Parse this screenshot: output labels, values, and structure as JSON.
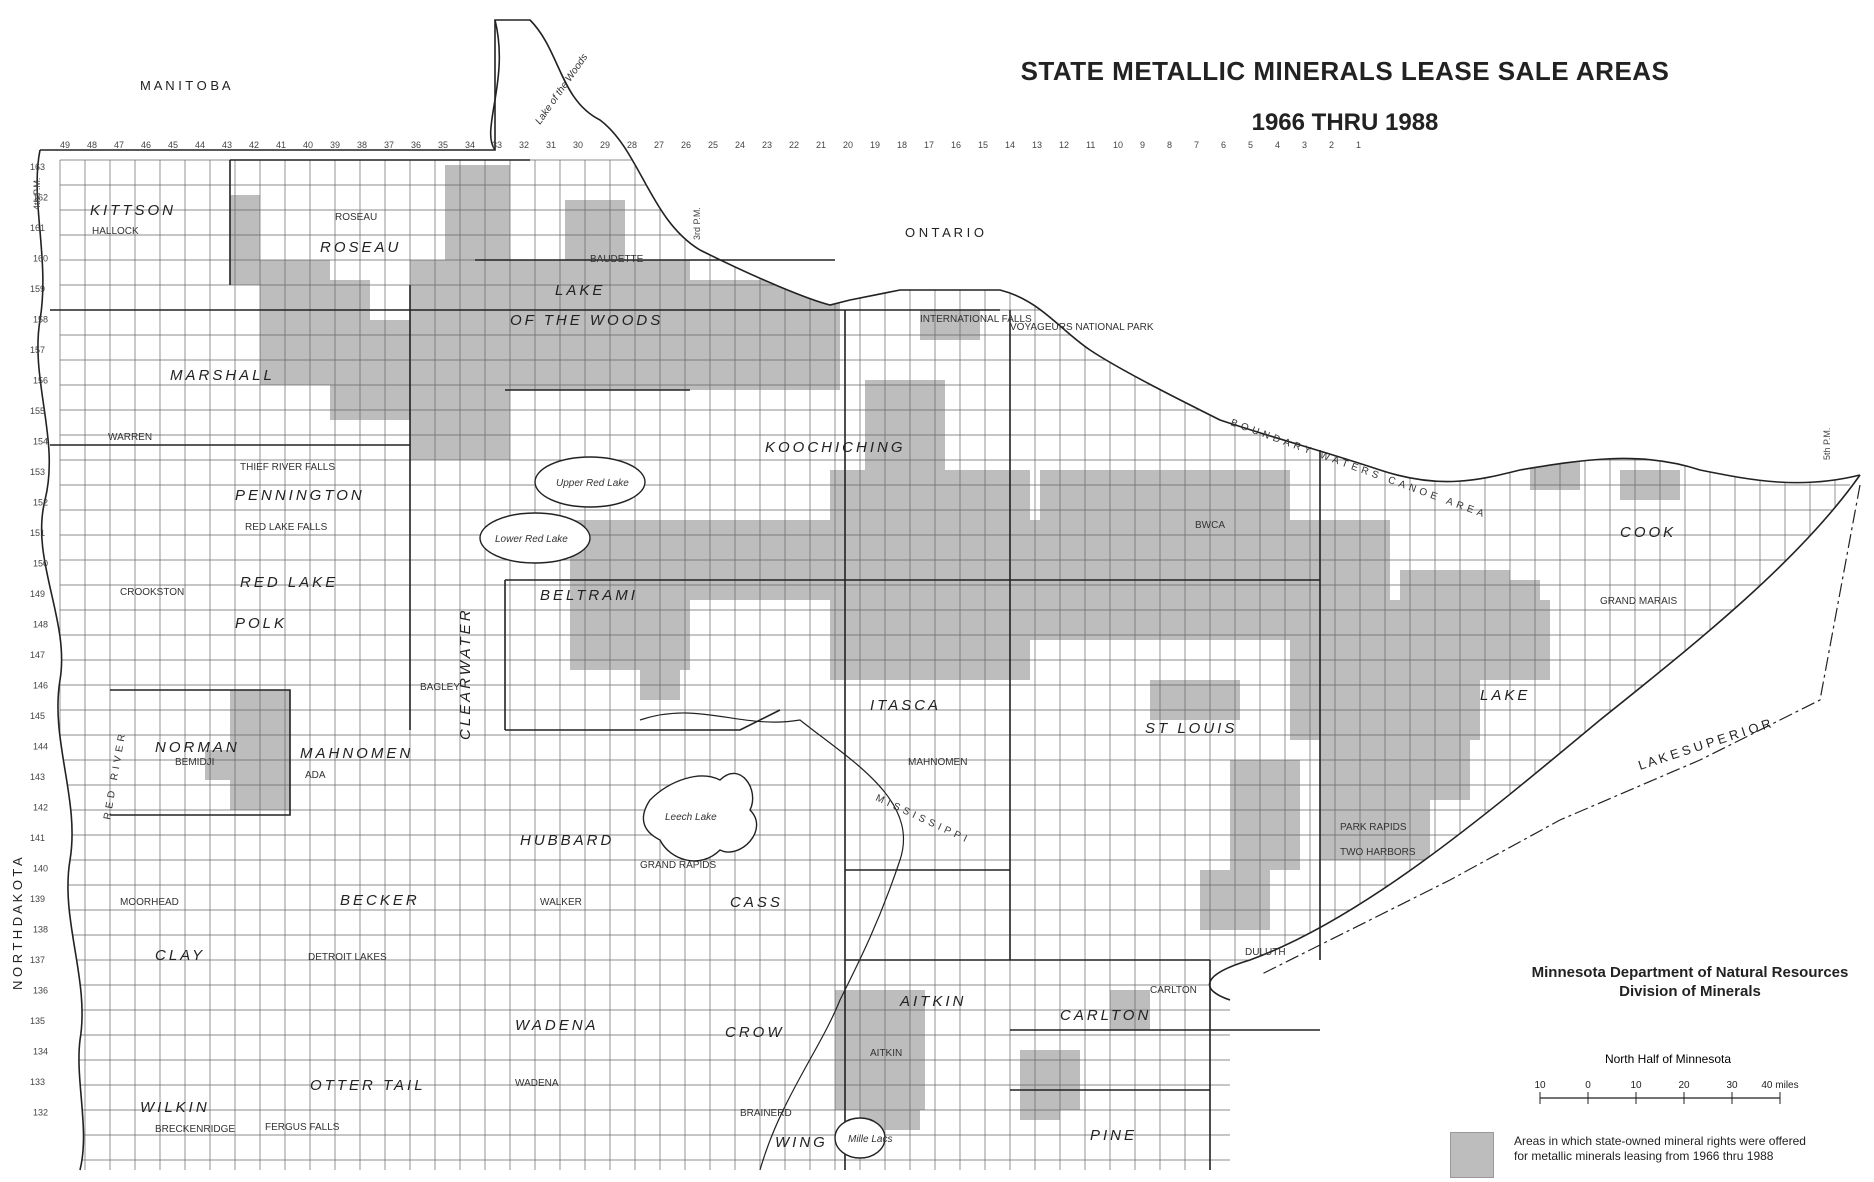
{
  "title": {
    "line1": "STATE METALLIC MINERALS LEASE SALE AREAS",
    "line2": "1966 THRU 1988"
  },
  "agency": {
    "line1": "Minnesota Department of Natural Resources",
    "line2": "Division of Minerals"
  },
  "scale": {
    "caption": "North Half of Minnesota",
    "ticks": [
      "10",
      "0",
      "10",
      "20",
      "30",
      "40 miles"
    ]
  },
  "legend": {
    "text_line1": "Areas in which state-owned mineral rights were offered",
    "text_line2": "for metallic minerals leasing from 1966 thru 1988",
    "swatch_color": "#bdbdbd"
  },
  "neighbors": {
    "manitoba": "M A N I T O B A",
    "ontario": "O N T A R I O",
    "north_dakota": "N O R T H   D A K O T A",
    "lake_superior": "L A K E   S U P E R I O R"
  },
  "counties": [
    {
      "name": "KITTSON"
    },
    {
      "name": "ROSEAU"
    },
    {
      "name": "LAKE"
    },
    {
      "name": "OF THE WOODS"
    },
    {
      "name": "MARSHALL"
    },
    {
      "name": "PENNINGTON"
    },
    {
      "name": "RED LAKE"
    },
    {
      "name": "POLK"
    },
    {
      "name": "KOOCHICHING"
    },
    {
      "name": "BELTRAMI"
    },
    {
      "name": "NORMAN"
    },
    {
      "name": "MAHNOMEN"
    },
    {
      "name": "CLEARWATER"
    },
    {
      "name": "ITASCA"
    },
    {
      "name": "ST LOUIS"
    },
    {
      "name": "LAKE"
    },
    {
      "name": "COOK"
    },
    {
      "name": "HUBBARD"
    },
    {
      "name": "CASS"
    },
    {
      "name": "BECKER"
    },
    {
      "name": "CLAY"
    },
    {
      "name": "WADENA"
    },
    {
      "name": "CROW"
    },
    {
      "name": "WING"
    },
    {
      "name": "AITKIN"
    },
    {
      "name": "CARLTON"
    },
    {
      "name": "PINE"
    },
    {
      "name": "OTTER TAIL"
    },
    {
      "name": "WILKIN"
    }
  ],
  "places": [
    {
      "name": "ROSEAU"
    },
    {
      "name": "HALLOCK"
    },
    {
      "name": "BAUDETTE"
    },
    {
      "name": "INTERNATIONAL FALLS"
    },
    {
      "name": "VOYAGEURS NATIONAL PARK"
    },
    {
      "name": "WARREN"
    },
    {
      "name": "THIEF RIVER FALLS"
    },
    {
      "name": "RED LAKE FALLS"
    },
    {
      "name": "CROOKSTON"
    },
    {
      "name": "BAGLEY"
    },
    {
      "name": "BEMIDJI"
    },
    {
      "name": "ADA"
    },
    {
      "name": "MAHNOMEN"
    },
    {
      "name": "GRAND RAPIDS"
    },
    {
      "name": "WALKER"
    },
    {
      "name": "PARK RAPIDS"
    },
    {
      "name": "MOORHEAD"
    },
    {
      "name": "DETROIT LAKES"
    },
    {
      "name": "DULUTH"
    },
    {
      "name": "TWO HARBORS"
    },
    {
      "name": "GRAND MARAIS"
    },
    {
      "name": "CARLTON"
    },
    {
      "name": "AITKIN"
    },
    {
      "name": "WADENA"
    },
    {
      "name": "BRAINERD"
    },
    {
      "name": "FERGUS FALLS"
    },
    {
      "name": "BRECKENRIDGE"
    }
  ],
  "water": [
    {
      "name": "Upper Red Lake"
    },
    {
      "name": "Lower Red Lake"
    },
    {
      "name": "Leech Lake"
    },
    {
      "name": "Mille Lacs"
    },
    {
      "name": "Lake of the Woods"
    }
  ],
  "features": [
    {
      "name": "BOUNDARY WATERS CANOE AREA"
    },
    {
      "name": "BWCA"
    },
    {
      "name": "RED RIVER"
    },
    {
      "name": "MISSISSIPPI"
    }
  ],
  "meridians": [
    {
      "name": "3rd P.M."
    },
    {
      "name": "5th P.M."
    },
    {
      "name": "4th P.M."
    }
  ],
  "township_numbers": [
    "163",
    "162",
    "161",
    "160",
    "159",
    "158",
    "157",
    "156",
    "155",
    "154",
    "153",
    "152",
    "151",
    "150",
    "149",
    "148",
    "147",
    "146",
    "145",
    "144",
    "143",
    "142",
    "141",
    "140",
    "139",
    "138",
    "137",
    "136",
    "135",
    "134",
    "133",
    "132"
  ],
  "range_numbers": [
    "49",
    "48",
    "47",
    "46",
    "45",
    "44",
    "43",
    "42",
    "41",
    "40",
    "39",
    "38",
    "37",
    "36",
    "35",
    "34",
    "33",
    "32",
    "31",
    "30",
    "29",
    "28",
    "27",
    "26",
    "25",
    "24",
    "23",
    "22",
    "21",
    "20",
    "19",
    "18",
    "17",
    "16",
    "15",
    "14",
    "13",
    "12",
    "11",
    "10",
    "9",
    "8",
    "7",
    "6",
    "5",
    "4",
    "3",
    "2",
    "1"
  ],
  "colors": {
    "shaded": "#bdbdbd",
    "grid": "#555555",
    "ink": "#222222"
  }
}
